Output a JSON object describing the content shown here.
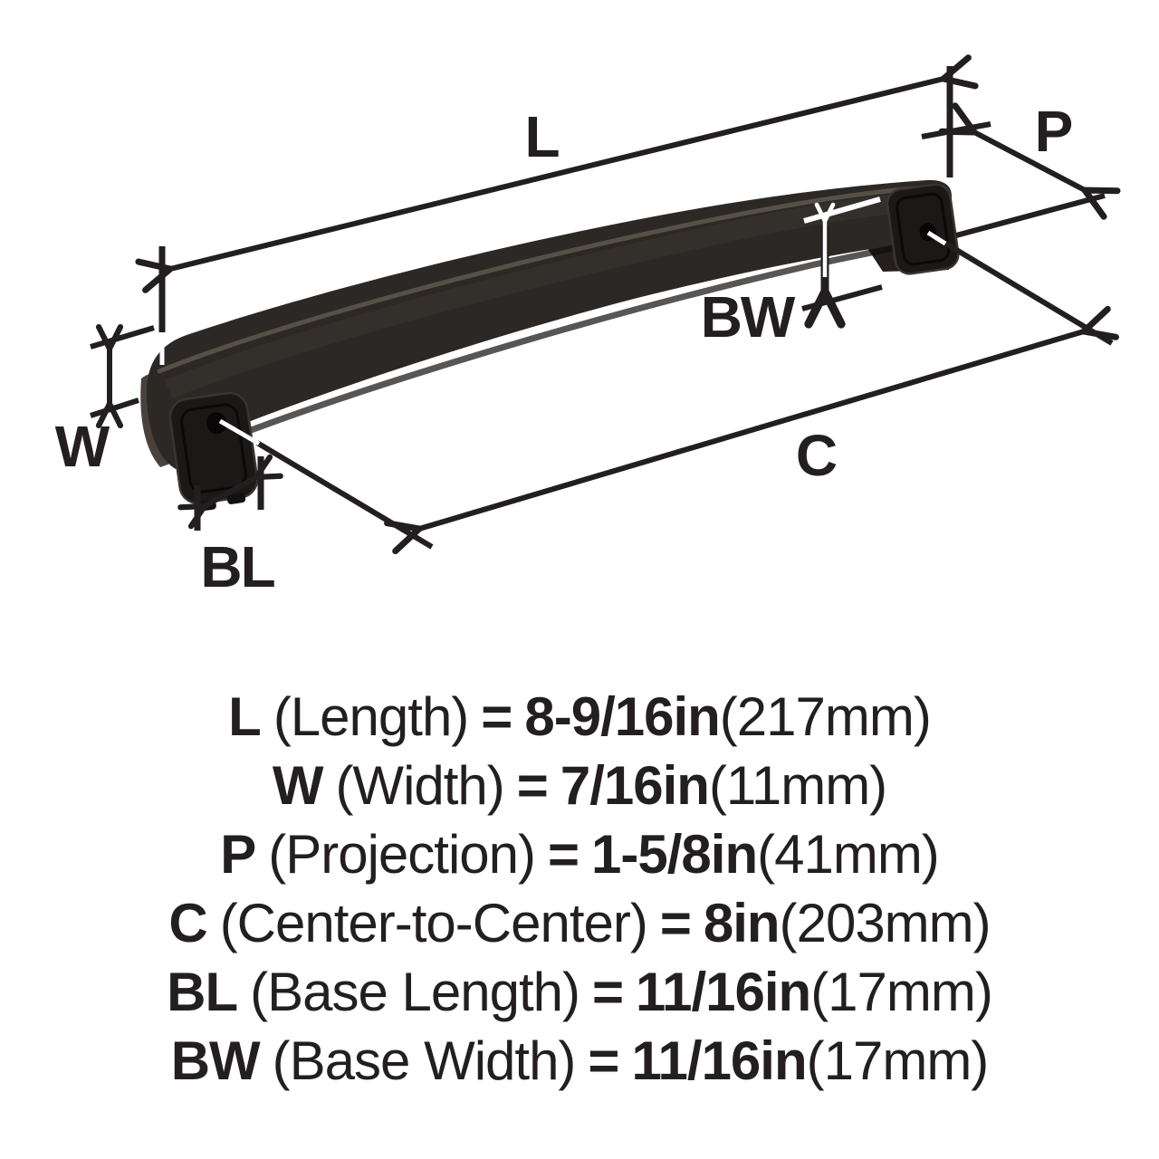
{
  "diagram": {
    "dim_labels": {
      "length": "L",
      "width": "W",
      "projection": "P",
      "center_to_center": "C",
      "base_length": "BL",
      "base_width": "BW"
    }
  },
  "specs": [
    {
      "abbr": "L",
      "name": "(Length)",
      "equals": "=",
      "imperial": "8-9/16in",
      "metric": "(217mm)"
    },
    {
      "abbr": "W",
      "name": "(Width)",
      "equals": "=",
      "imperial": "7/16in",
      "metric": "(11mm)"
    },
    {
      "abbr": "P",
      "name": "(Projection)",
      "equals": "=",
      "imperial": "1-5/8in",
      "metric": "(41mm)"
    },
    {
      "abbr": "C",
      "name": "(Center-to-Center)",
      "equals": "=",
      "imperial": "8in",
      "metric": "(203mm)"
    },
    {
      "abbr": "BL",
      "name": "(Base Length)",
      "equals": "=",
      "imperial": "11/16in",
      "metric": "(17mm)"
    },
    {
      "abbr": "BW",
      "name": "(Base Width)",
      "equals": "=",
      "imperial": "11/16in",
      "metric": "(17mm)"
    }
  ],
  "colors": {
    "line": "#231f20",
    "text": "#231f20",
    "background": "#ffffff",
    "handle_dark": "#1b1817",
    "handle_mid": "#2c2825",
    "handle_neck": "#49423b",
    "handle_highlight": "#5e574e"
  }
}
